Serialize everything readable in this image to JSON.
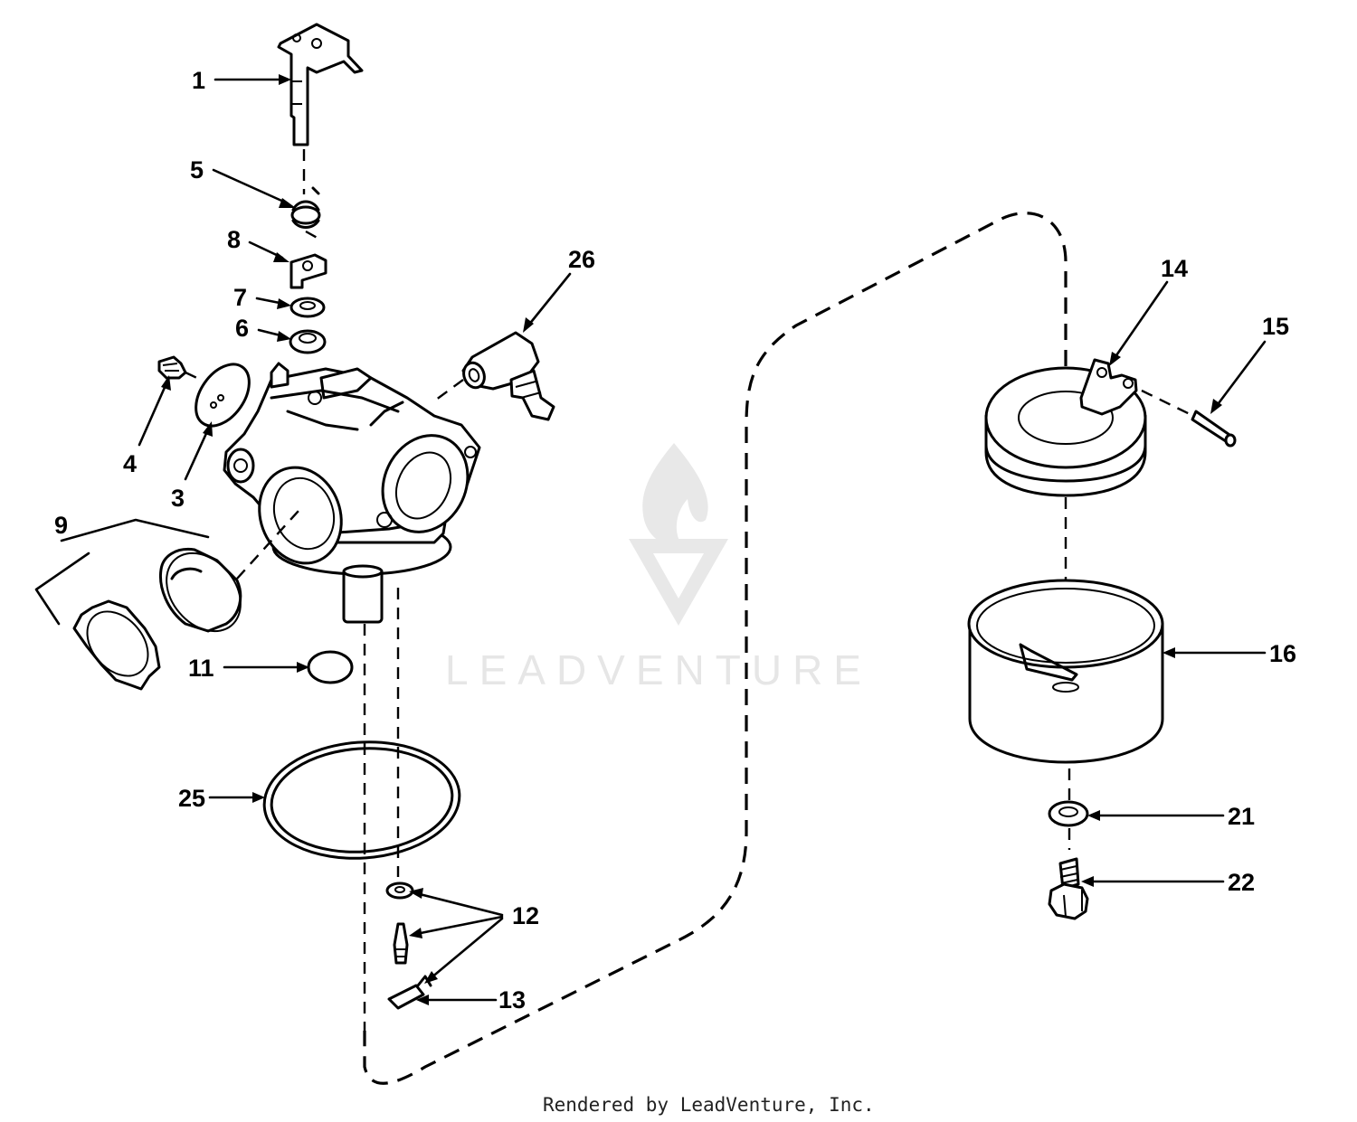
{
  "diagram": {
    "watermark_text": "LEADVENTURE",
    "credit": "Rendered by LeadVenture, Inc.",
    "callouts": {
      "c1": "1",
      "c3": "3",
      "c4": "4",
      "c5": "5",
      "c6": "6",
      "c7": "7",
      "c8": "8",
      "c9": "9",
      "c11": "11",
      "c12": "12",
      "c13": "13",
      "c14": "14",
      "c15": "15",
      "c16": "16",
      "c21": "21",
      "c22": "22",
      "c25": "25",
      "c26": "26"
    }
  }
}
